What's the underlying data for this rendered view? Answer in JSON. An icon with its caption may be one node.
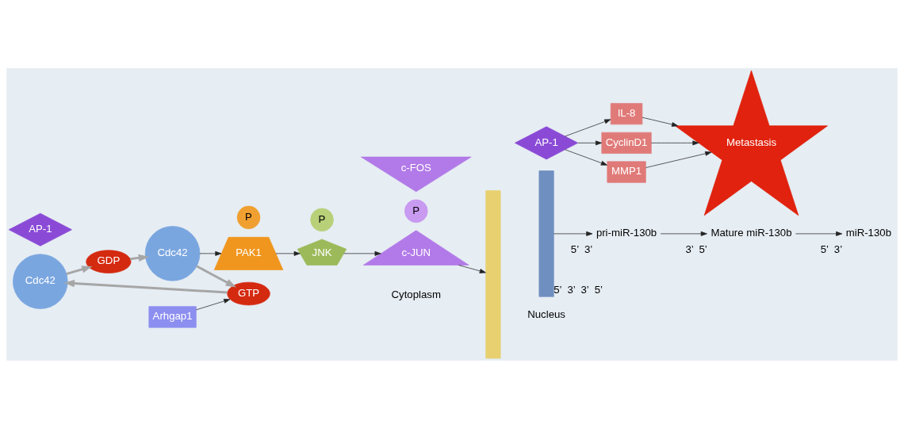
{
  "diagram": {
    "nodes": [
      {
        "text": [
          "Cdc42"
        ]
      },
      {
        "text": [
          "GDP"
        ]
      },
      {
        "text": [
          "GTP"
        ]
      },
      {
        "text": [
          "Cdc42"
        ]
      },
      {
        "text": [
          "Arhgap1"
        ]
      },
      {
        "text": [
          "miR-130b"
        ],
        "beside": [
          "5’",
          "3’"
        ]
      },
      {
        "text": [
          "PAK1"
        ]
      },
      {
        "text": [
          "P"
        ]
      },
      {
        "text": [
          "JNK"
        ]
      },
      {
        "text": [
          "P"
        ]
      },
      {
        "text": [
          "c-JUN"
        ]
      },
      {
        "text": [
          "P"
        ]
      },
      {
        "text": [
          "c-FOS"
        ]
      },
      {
        "text": [],
        "shape": "bar"
      },
      {
        "text": [],
        "shape": "box",
        "beside": [
          "5’",
          "3’",
          "3’",
          "5’"
        ]
      },
      {
        "text": [
          "AP-1"
        ]
      },
      {
        "text": [
          "IL-8"
        ]
      },
      {
        "text": [
          "CyclinD1"
        ]
      },
      {
        "text": [
          "MMP1"
        ]
      },
      {
        "text": [
          "Metastasis"
        ]
      },
      {
        "text": [
          "pri-miR-130b"
        ],
        "beside": [
          "5’",
          "3’"
        ]
      },
      {
        "text": [
          "AP-1"
        ]
      },
      {
        "text": [
          "Mature miR-130b"
        ],
        "beside": [
          "3’",
          "5’"
        ]
      }
    ],
    "edges": [
      {
        "from": 0,
        "to": 1,
        "arrow": "to",
        "style": "thick",
        "color": "#a6a6a6"
      },
      {
        "from": 1,
        "to": 3,
        "arrow": "to",
        "style": "thick",
        "color": "#a6a6a6"
      },
      {
        "from": 3,
        "to": 2,
        "arrow": "to",
        "style": "thick",
        "color": "#a6a6a6"
      },
      {
        "from": 2,
        "to": 0,
        "arrow": "to",
        "style": "thick",
        "color": "#a6a6a6"
      },
      {
        "from": 4,
        "to": 2,
        "arrow": "to"
      },
      {
        "from": 3,
        "to": 6,
        "arrow": "to"
      },
      {
        "from": 6,
        "to": 8,
        "arrow": "to"
      },
      {
        "from": 8,
        "to": 10,
        "arrow": "to"
      },
      {
        "from": 10,
        "to": 13,
        "arrow": "to"
      },
      {
        "from": 15,
        "to": 16,
        "arrow": "to"
      },
      {
        "from": 15,
        "to": 17,
        "arrow": "to"
      },
      {
        "from": 15,
        "to": 18,
        "arrow": "to"
      },
      {
        "from": 16,
        "to": 19,
        "arrow": "to"
      },
      {
        "from": 17,
        "to": 19,
        "arrow": "to"
      },
      {
        "from": 18,
        "to": 19,
        "arrow": "to"
      },
      {
        "from": 14,
        "to": 20,
        "arrow": "to"
      },
      {
        "from": 20,
        "to": 22,
        "arrow": "to"
      },
      {
        "from": 22,
        "to": 5,
        "arrow": "to"
      }
    ],
    "labels": [
      "Cytoplasm",
      "Nucleus"
    ]
  }
}
